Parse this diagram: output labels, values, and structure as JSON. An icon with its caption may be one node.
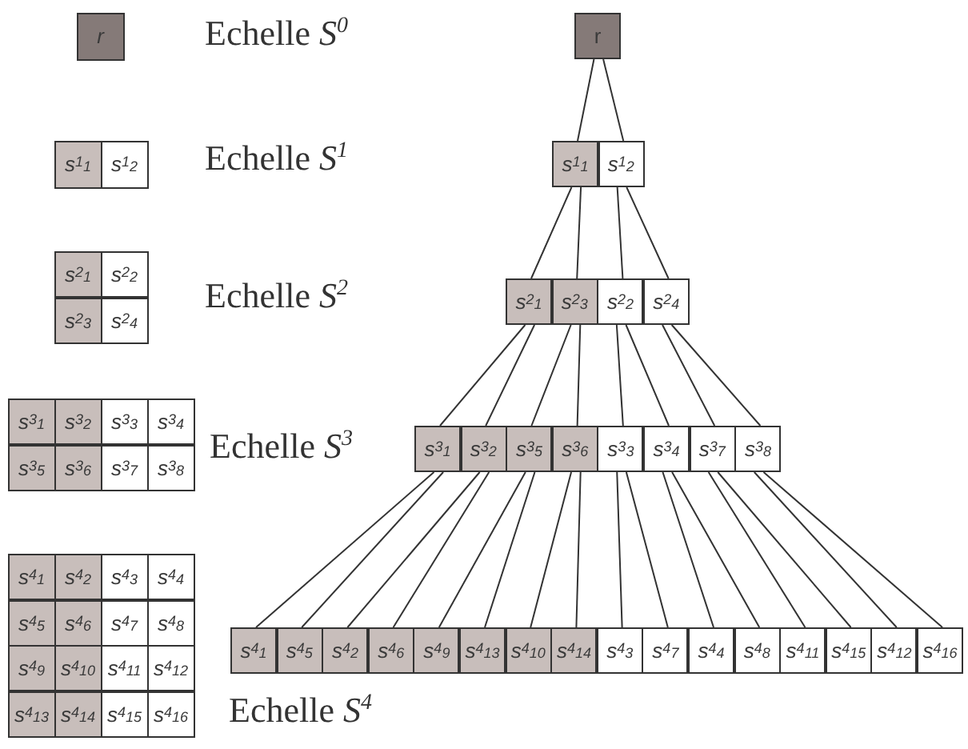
{
  "diagram": {
    "nodes": [
      {
        "text": [
          "r"
        ]
      },
      {
        "text": [
          "s$^{1}$$_{1}$"
        ]
      },
      {
        "text": [
          "s$^{1}$$_{2}$"
        ]
      },
      {
        "text": [
          "s$^{2}$$_{1}$"
        ]
      },
      {
        "text": [
          "s$^{2}$$_{2}$"
        ]
      },
      {
        "text": [
          "s$^{2}$$_{3}$"
        ]
      },
      {
        "text": [
          "s$^{2}$$_{4}$"
        ]
      },
      {
        "text": [
          "s$^{3}$$_{1}$"
        ]
      },
      {
        "text": [
          "s$^{3}$$_{2}$"
        ]
      },
      {
        "text": [
          "s$^{3}$$_{3}$"
        ]
      },
      {
        "text": [
          "s$^{3}$$_{4}$"
        ]
      },
      {
        "text": [
          "s$^{3}$$_{5}$"
        ]
      },
      {
        "text": [
          "s$^{3}$$_{6}$"
        ]
      },
      {
        "text": [
          "s$^{3}$$_{7}$"
        ]
      },
      {
        "text": [
          "s$^{3}$$_{8}$"
        ]
      },
      {
        "text": [
          "s$^{4}$$_{1}$"
        ]
      },
      {
        "text": [
          "s$^{4}$$_{2}$"
        ]
      },
      {
        "text": [
          "s$^{4}$$_{3}$"
        ]
      },
      {
        "text": [
          "s$^{4}$$_{4}$"
        ]
      },
      {
        "text": [
          "s$^{4}$$_{5}$"
        ]
      },
      {
        "text": [
          "s$^{4}$$_{6}$"
        ]
      },
      {
        "text": [
          "s$^{4}$$_{7}$"
        ]
      },
      {
        "text": [
          "s$^{4}$$_{8}$"
        ]
      },
      {
        "text": [
          "s$^{4}$$_{9}$"
        ]
      },
      {
        "text": [
          "s$^{4}$$_{10}$"
        ]
      },
      {
        "text": [
          "s$^{4}$$_{11}$"
        ]
      },
      {
        "text": [
          "s$^{4}$$_{12}$"
        ]
      },
      {
        "text": [
          "s$^{4}$$_{13}$"
        ]
      },
      {
        "text": [
          "s$^{4}$$_{14}$"
        ]
      },
      {
        "text": [
          "s$^{4}$$_{15}$"
        ]
      },
      {
        "text": [
          "s$^{4}$$_{16}$"
        ]
      },
      {
        "text": [
          "r"
        ]
      },
      {
        "text": [
          "s$^{1}$$_{1}$"
        ]
      },
      {
        "text": [
          "s$^{1}$$_{2}$"
        ]
      },
      {
        "text": [
          "s$^{2}$$_{1}$"
        ]
      },
      {
        "text": [
          "s$^{2}$$_{3}$"
        ]
      },
      {
        "text": [
          "s$^{2}$$_{2}$"
        ]
      },
      {
        "text": [
          "s$^{2}$$_{4}$"
        ]
      },
      {
        "text": [
          "s$^{3}$$_{1}$"
        ]
      },
      {
        "text": [
          "s$^{3}$$_{2}$"
        ]
      },
      {
        "text": [
          "s$^{3}$$_{5}$"
        ]
      },
      {
        "text": [
          "s$^{3}$$_{6}$"
        ]
      },
      {
        "text": [
          "s$^{3}$$_{3}$"
        ]
      },
      {
        "text": [
          "s$^{3}$$_{4}$"
        ]
      },
      {
        "text": [
          "s$^{3}$$_{7}$"
        ]
      },
      {
        "text": [
          "s$^{3}$$_{8}$"
        ]
      },
      {
        "text": [
          "s$^{4}$$_{1}$"
        ]
      },
      {
        "text": [
          "s$^{4}$$_{5}$"
        ]
      },
      {
        "text": [
          "s$^{4}$$_{2}$"
        ]
      },
      {
        "text": [
          "s$^{4}$$_{6}$"
        ]
      },
      {
        "text": [
          "s$^{4}$$_{9}$"
        ]
      },
      {
        "text": [
          "s$^{4}$$_{13}$"
        ]
      },
      {
        "text": [
          "s$^{4}$$_{10}$"
        ]
      },
      {
        "text": [
          "s$^{4}$$_{14}$"
        ]
      },
      {
        "text": [
          "s$^{4}$$_{3}$"
        ]
      },
      {
        "text": [
          "s$^{4}$$_{7}$"
        ]
      },
      {
        "text": [
          "s$^{4}$$_{4}$"
        ]
      },
      {
        "text": [
          "s$^{4}$$_{8}$"
        ]
      },
      {
        "text": [
          "s$^{4}$$_{11}$"
        ]
      },
      {
        "text": [
          "s$^{4}$$_{15}$"
        ]
      },
      {
        "text": [
          "s$^{4}$$_{12}$"
        ]
      },
      {
        "text": [
          "s$^{4}$$_{16}$"
        ]
      }
    ],
    "edges": [
      {
        "from": 31,
        "to": 32,
        "arrow": "none"
      },
      {
        "from": 31,
        "to": 33,
        "arrow": "none"
      },
      {
        "from": 32,
        "to": 34,
        "arrow": "none"
      },
      {
        "from": 32,
        "to": 35,
        "arrow": "none"
      },
      {
        "from": 33,
        "to": 36,
        "arrow": "none"
      },
      {
        "from": 33,
        "to": 37,
        "arrow": "none"
      },
      {
        "from": 34,
        "to": 38,
        "arrow": "none"
      },
      {
        "from": 34,
        "to": 39,
        "arrow": "none"
      },
      {
        "from": 35,
        "to": 40,
        "arrow": "none"
      },
      {
        "from": 35,
        "to": 41,
        "arrow": "none"
      },
      {
        "from": 36,
        "to": 42,
        "arrow": "none"
      },
      {
        "from": 36,
        "to": 43,
        "arrow": "none"
      },
      {
        "from": 37,
        "to": 44,
        "arrow": "none"
      },
      {
        "from": 37,
        "to": 45,
        "arrow": "none"
      },
      {
        "from": 38,
        "to": 46,
        "arrow": "none"
      },
      {
        "from": 38,
        "to": 47,
        "arrow": "none"
      },
      {
        "from": 39,
        "to": 48,
        "arrow": "none"
      },
      {
        "from": 39,
        "to": 49,
        "arrow": "none"
      },
      {
        "from": 40,
        "to": 50,
        "arrow": "none"
      },
      {
        "from": 40,
        "to": 51,
        "arrow": "none"
      },
      {
        "from": 41,
        "to": 52,
        "arrow": "none"
      },
      {
        "from": 41,
        "to": 53,
        "arrow": "none"
      },
      {
        "from": 42,
        "to": 54,
        "arrow": "none"
      },
      {
        "from": 42,
        "to": 55,
        "arrow": "none"
      },
      {
        "from": 43,
        "to": 56,
        "arrow": "none"
      },
      {
        "from": 43,
        "to": 57,
        "arrow": "none"
      },
      {
        "from": 44,
        "to": 58,
        "arrow": "none"
      },
      {
        "from": 44,
        "to": 59,
        "arrow": "none"
      },
      {
        "from": 45,
        "to": 60,
        "arrow": "none"
      },
      {
        "from": 45,
        "to": 61,
        "arrow": "none"
      }
    ],
    "labels": [
      "Echelle *S*$^{0}$",
      "Echelle *S*$^{1}$",
      "Echelle *S*$^{2}$",
      "Echelle *S*$^{3}$",
      "Echelle *S*$^{4}$"
    ]
  }
}
